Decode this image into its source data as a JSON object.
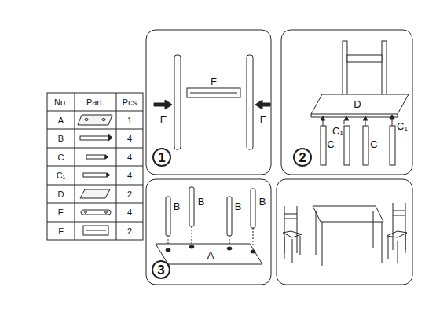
{
  "diagram": {
    "labels": [
      "No.",
      "Part.",
      "Pcs",
      "A",
      "1",
      "B",
      "4",
      "C",
      "4",
      "C₁",
      "4",
      "D",
      "2",
      "E",
      "4",
      "F",
      "2",
      "1",
      "F",
      "E",
      "E",
      "2",
      "D",
      "C",
      "C₁",
      "C",
      "C₁",
      "3",
      "B",
      "B",
      "B",
      "B",
      "A"
    ]
  }
}
